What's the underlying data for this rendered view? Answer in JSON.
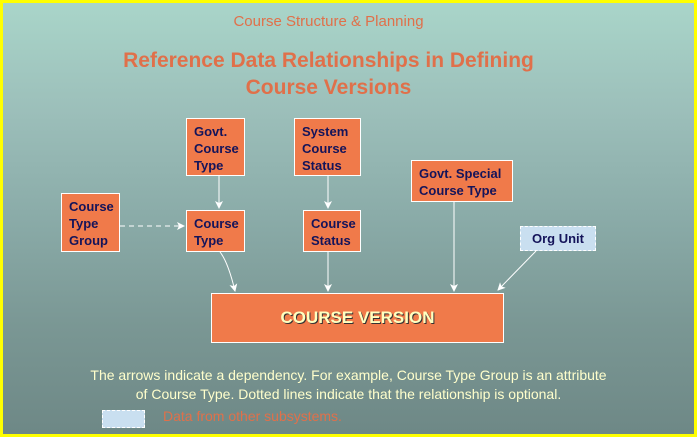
{
  "header": {
    "subtitle": "Course Structure & Planning",
    "title_line1": "Reference Data Relationships in Defining",
    "title_line2": "Course Versions"
  },
  "nodes": {
    "govt_course_type": [
      "Govt.",
      "Course",
      "Type"
    ],
    "system_course_status": [
      "System",
      "Course",
      "Status"
    ],
    "govt_special_course_type": [
      "Govt. Special",
      "Course Type"
    ],
    "course_type_group": [
      "Course",
      "Type",
      "Group"
    ],
    "course_type": [
      "Course",
      "Type"
    ],
    "course_status": [
      "Course",
      "Status"
    ],
    "org_unit": "Org Unit",
    "course_version": "COURSE VERSION"
  },
  "edges": [
    {
      "from": "Govt. Course Type",
      "to": "Course Type",
      "style": "solid"
    },
    {
      "from": "System Course Status",
      "to": "Course Status",
      "style": "solid"
    },
    {
      "from": "Course Type Group",
      "to": "Course Type",
      "style": "dashed"
    },
    {
      "from": "Course Type",
      "to": "COURSE VERSION",
      "style": "solid"
    },
    {
      "from": "Course Status",
      "to": "COURSE VERSION",
      "style": "solid"
    },
    {
      "from": "Govt. Special Course Type",
      "to": "COURSE VERSION",
      "style": "solid"
    },
    {
      "from": "Org Unit",
      "to": "COURSE VERSION",
      "style": "solid"
    }
  ],
  "note": {
    "line1": "The arrows indicate a dependency.  For example, Course Type Group is an attribute",
    "line2": "of Course Type.  Dotted lines indicate that the relationship is optional."
  },
  "legend": {
    "label": "Data from other subsystems."
  },
  "colors": {
    "border": "#ffff00",
    "box_fill": "#f07a4a",
    "external_fill": "#c9dff0",
    "box_text": "#14145a",
    "title_text": "#e0704a"
  }
}
